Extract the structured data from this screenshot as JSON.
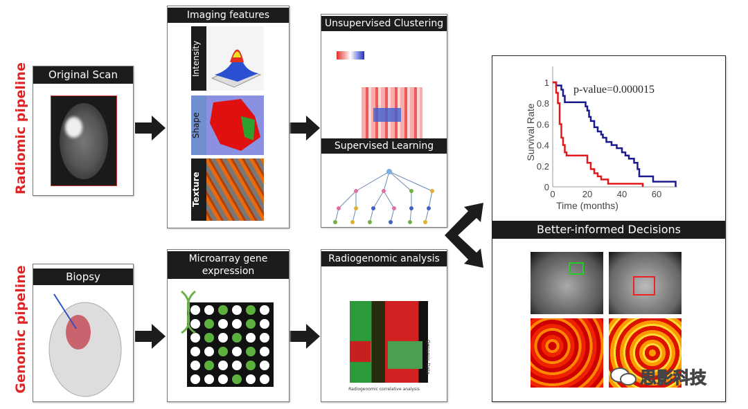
{
  "labels": {
    "radiomic": "Radiomic pipeline",
    "genomic": "Genomic pipeline"
  },
  "boxes": {
    "original_scan": "Original Scan",
    "imaging_features": "Imaging features",
    "intensity": "Intensity",
    "shape": "Shape",
    "texture": "Texture",
    "unsupervised": "Unsupervised Clustering",
    "supervised": "Supervised Learning",
    "biopsy": "Biopsy",
    "microarray_1": "Microarray gene",
    "microarray_2": "expression",
    "radiogenomic": "Radiogenomic analysis",
    "radiogenomic_caption": "Radiogenomic correlative analysis",
    "genomic_data": "Genomic Data",
    "decisions": "Better-informed Decisions"
  },
  "watermark": "思影科技",
  "colors": {
    "accent_red": "#e02424",
    "bar": "#1c1c1c",
    "blue_curve": "#1a1a8c",
    "red_curve": "#e01818"
  },
  "chart_data": {
    "type": "line",
    "title": "",
    "annotation": "p-value=0.000015",
    "xlabel": "Time (months)",
    "ylabel": "Survival Rate",
    "xlim": [
      0,
      72
    ],
    "ylim": [
      0,
      1.1
    ],
    "xticks": [
      "0",
      "20",
      "40",
      "60"
    ],
    "yticks": [
      "0",
      "0.2",
      "0.4",
      "0.6",
      "0.8",
      "1"
    ],
    "series": [
      {
        "name": "blue",
        "color": "#1a1a8c",
        "x": [
          0,
          2,
          5,
          6,
          7,
          18,
          19,
          20,
          21,
          22,
          24,
          26,
          28,
          29,
          31,
          34,
          37,
          40,
          42,
          44,
          47,
          49,
          50,
          57,
          58,
          71,
          71
        ],
        "y": [
          1,
          0.97,
          0.93,
          0.87,
          0.81,
          0.81,
          0.77,
          0.73,
          0.67,
          0.63,
          0.57,
          0.53,
          0.5,
          0.47,
          0.43,
          0.4,
          0.37,
          0.33,
          0.3,
          0.27,
          0.23,
          0.17,
          0.1,
          0.1,
          0.05,
          0.05,
          0
        ]
      },
      {
        "name": "red",
        "color": "#e01818",
        "x": [
          0,
          2,
          3,
          4,
          5,
          6,
          7,
          8,
          18,
          20,
          22,
          24,
          26,
          28,
          32,
          52,
          52
        ],
        "y": [
          1,
          0.9,
          0.8,
          0.6,
          0.47,
          0.4,
          0.33,
          0.3,
          0.3,
          0.23,
          0.17,
          0.13,
          0.1,
          0.07,
          0.03,
          0.03,
          0
        ]
      }
    ]
  }
}
